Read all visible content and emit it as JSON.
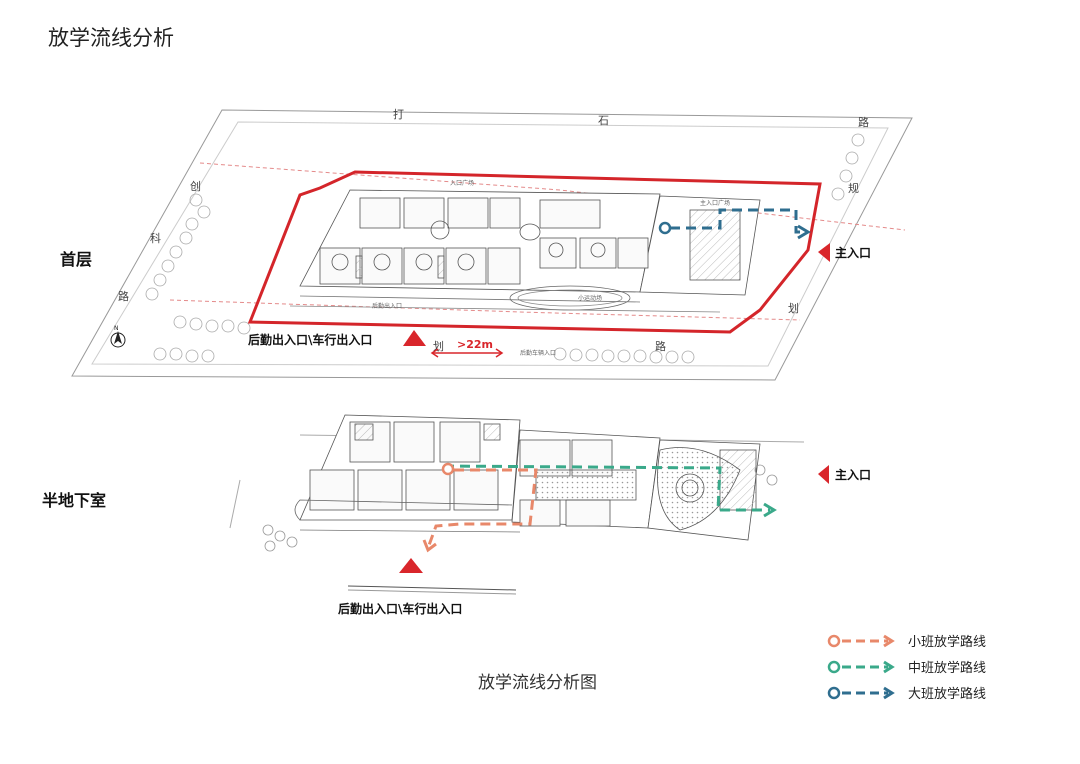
{
  "page_title": "放学流线分析",
  "floors": {
    "ground": {
      "label": "首层"
    },
    "basement": {
      "label": "半地下室"
    }
  },
  "labels": {
    "main_entrance": "主入口",
    "service_entrance": "后勤出入口\\车行出入口",
    "distance": ">22m"
  },
  "roads": [
    "打",
    "石",
    "路",
    "创",
    "科",
    "路",
    "规",
    "划",
    "划",
    "路"
  ],
  "caption": "放学流线分析图",
  "legend": [
    {
      "label": "小班放学路线",
      "color": "#e8886a"
    },
    {
      "label": "中班放学路线",
      "color": "#3aa98a"
    },
    {
      "label": "大班放学路线",
      "color": "#2f6e8f"
    }
  ],
  "colors": {
    "boundary": "#d4252a",
    "arrow": "#d9262b",
    "small_class": "#e8886a",
    "middle_class": "#3aa98a",
    "large_class": "#2f6e8f"
  }
}
